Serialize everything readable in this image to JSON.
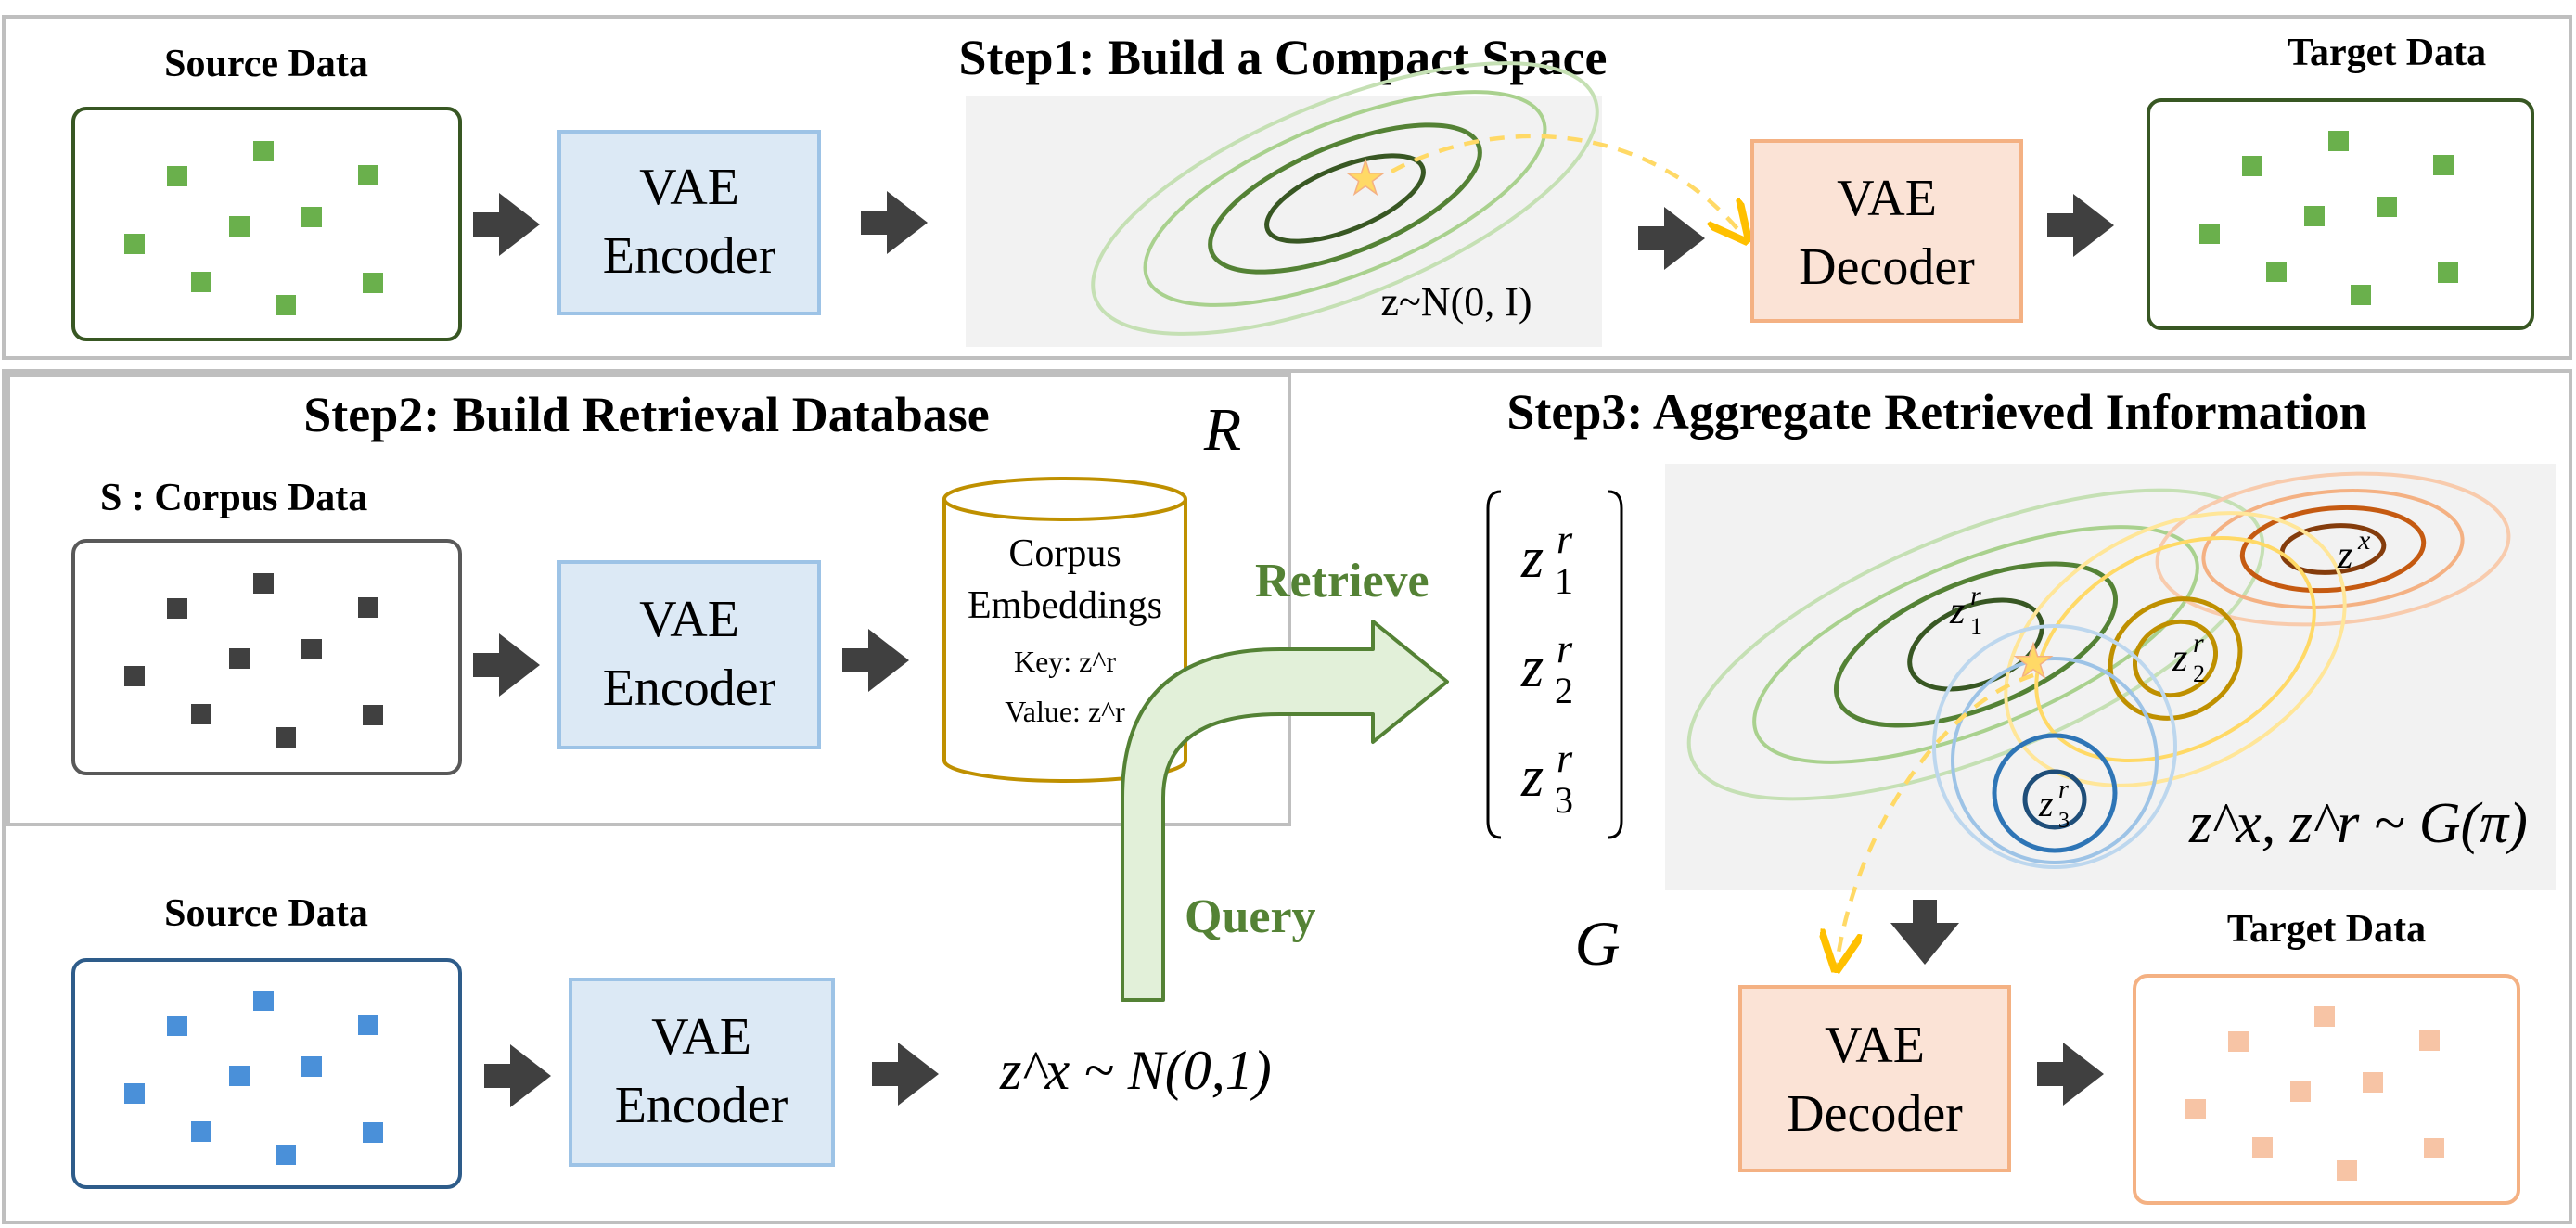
{
  "step1": {
    "title": "Step1: Build a Compact Space",
    "source_label": "Source Data",
    "encoder_line1": "VAE",
    "encoder_line2": "Encoder",
    "latent_label": "z~N(0, I)",
    "decoder_line1": "VAE",
    "decoder_line2": "Decoder",
    "target_label": "Target Data"
  },
  "step2": {
    "title": "Step2: Build Retrieval Database",
    "db_symbol": "R",
    "corpus_label": "S : Corpus Data",
    "encoder_line1": "VAE",
    "encoder_line2": "Encoder",
    "db_title_line1": "Corpus",
    "db_title_line2": "Embeddings",
    "db_key": "Key: z^r",
    "db_value": "Value: z^r"
  },
  "step3": {
    "title": "Step3: Aggregate Retrieved Information",
    "retrieve_label": "Retrieve",
    "query_label": "Query",
    "vector_items": [
      "z_1^r",
      "z_2^r",
      "z_3^r"
    ],
    "mixture_label": "z^x, z^r ~ G(π)",
    "gmm_symbol": "G",
    "ellipse_labels": [
      "z^x",
      "z_1^r",
      "z_2^r",
      "z_3^r"
    ],
    "decoder_line1": "VAE",
    "decoder_line2": "Decoder",
    "target_label": "Target Data"
  },
  "query_row": {
    "source_label": "Source Data",
    "encoder_line1": "VAE",
    "encoder_line2": "Encoder",
    "latent_label": "z^x ~ N(0,1)"
  },
  "colors": {
    "green_dot": "#6ab04c",
    "dark_dot": "#404040",
    "blue_dot": "#4a90d9",
    "orange_dot": "#f7c4a5",
    "encoder_fill": "#dce9f5",
    "encoder_stroke": "#9dc3e6",
    "decoder_fill": "#fbe3d6",
    "decoder_stroke": "#f4b183",
    "db_stroke": "#bf9000",
    "retrieve_green": "#548235",
    "star": "#ffd966"
  }
}
